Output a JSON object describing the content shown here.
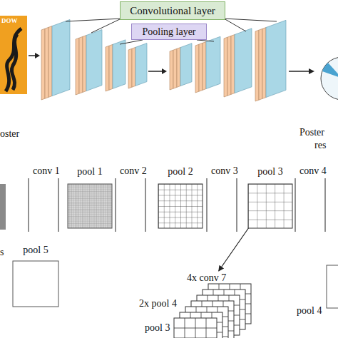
{
  "diagram": {
    "nodes": [
      {
        "text": [
          "Convolutional layer"
        ]
      },
      {
        "text": [
          "Pooling layer"
        ]
      },
      {
        "text": [
          "pool 1"
        ]
      },
      {
        "text": [
          "pool 2"
        ]
      },
      {
        "text": [
          "pool 3"
        ]
      },
      {
        "text": [
          "pool 5"
        ]
      },
      {
        "text": [
          "4x conv 7",
          "2x pool 4",
          "pool 3"
        ]
      }
    ],
    "edges": [
      {
        "from": 4,
        "to": 6,
        "arrow": "to"
      }
    ],
    "labels": [
      "DOW",
      "oster",
      "Poster",
      "res",
      "conv 1",
      "conv 2",
      "conv 3",
      "conv 4",
      "s",
      "pool 4"
    ]
  }
}
